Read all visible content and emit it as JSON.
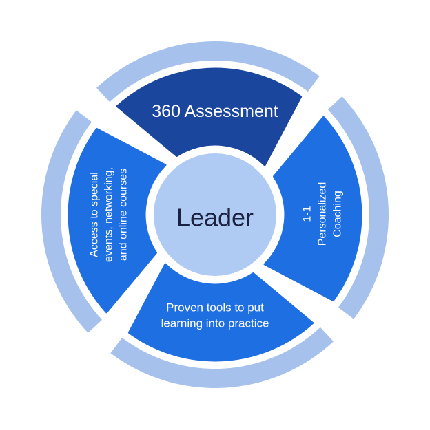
{
  "diagram": {
    "center": {
      "label": "Leader"
    },
    "segments": {
      "top": {
        "label": "360 Assessment"
      },
      "right": {
        "lines": [
          "1-1",
          "Personalized",
          "Coaching"
        ]
      },
      "bottom": {
        "lines": [
          "Proven tools to put",
          "learning into practice"
        ]
      },
      "left": {
        "lines": [
          "Access to special",
          "events, networking,",
          "and online courses"
        ]
      }
    },
    "colors": {
      "outer_ring": "#A6C2EC",
      "top_segment": "#1A469E",
      "side_segment": "#1E6FE1",
      "center_circle": "#AFCBF4",
      "segment_text": "#FFFFFF",
      "center_text": "#1B2140",
      "background": "#FFFFFF"
    }
  }
}
